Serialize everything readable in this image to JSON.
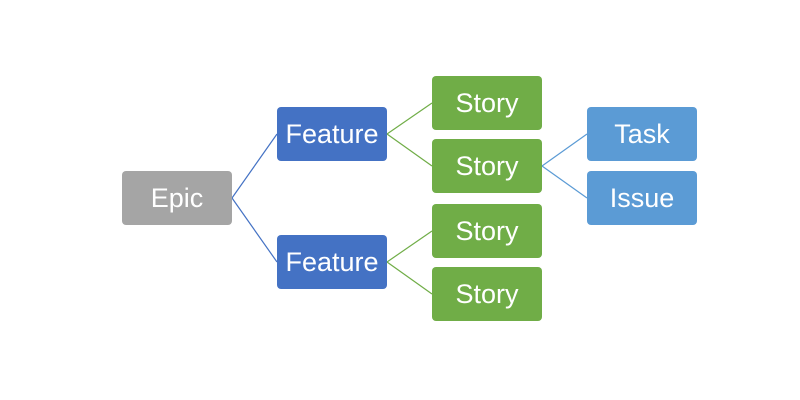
{
  "diagram": {
    "epic": {
      "label": "Epic"
    },
    "features": [
      {
        "label": "Feature",
        "stories": [
          {
            "label": "Story",
            "children": []
          },
          {
            "label": "Story",
            "children": [
              {
                "label": "Task"
              },
              {
                "label": "Issue"
              }
            ]
          }
        ]
      },
      {
        "label": "Feature",
        "stories": [
          {
            "label": "Story",
            "children": []
          },
          {
            "label": "Story",
            "children": []
          }
        ]
      }
    ]
  },
  "colors": {
    "epic": "#a5a5a5",
    "feature": "#4472c4",
    "story": "#70ad47",
    "task_issue": "#5b9bd5",
    "connector_epic_feature": "#4472c4",
    "connector_feature_story": "#70ad47",
    "connector_story_leaf": "#5b9bd5"
  }
}
